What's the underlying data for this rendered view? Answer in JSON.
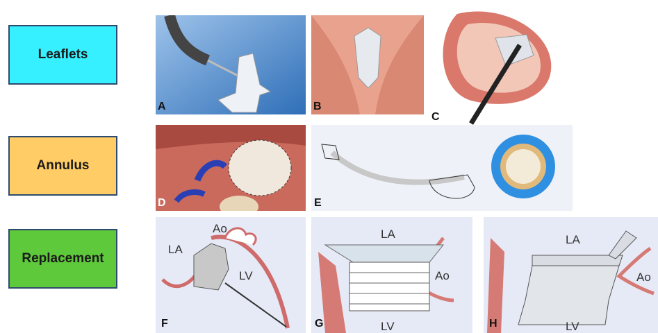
{
  "categories": [
    {
      "label": "Leaflets",
      "color": "#36f0ff"
    },
    {
      "label": "Annulus",
      "color": "#ffcc66"
    },
    {
      "label": "Replacement",
      "color": "#5ec93a"
    }
  ],
  "panels": {
    "A": {
      "letter": "A"
    },
    "B": {
      "letter": "B"
    },
    "C": {
      "letter": "C"
    },
    "D": {
      "letter": "D"
    },
    "E": {
      "letter": "E"
    },
    "F": {
      "letter": "F",
      "labels": {
        "la": "LA",
        "ao": "Ao",
        "lv": "LV"
      }
    },
    "G": {
      "letter": "G",
      "labels": {
        "la": "LA",
        "ao": "Ao",
        "lv": "LV"
      }
    },
    "H": {
      "letter": "H",
      "labels": {
        "la": "LA",
        "ao": "Ao",
        "lv": "LV"
      }
    }
  }
}
